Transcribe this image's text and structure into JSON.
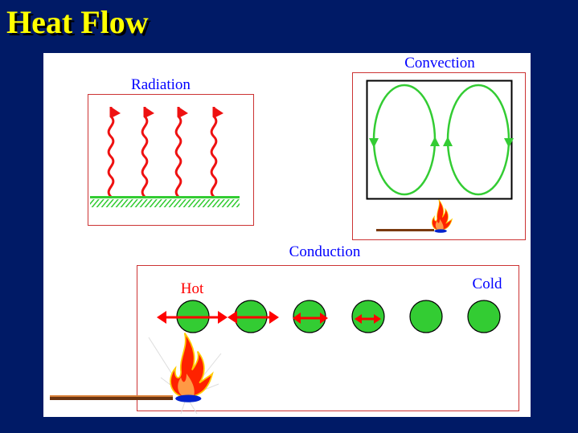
{
  "title": "Heat Flow",
  "radiation": {
    "label": "Radiation"
  },
  "convection": {
    "label": "Convection"
  },
  "conduction": {
    "label": "Conduction",
    "hot_label": "Hot",
    "cold_label": "Cold"
  },
  "colors": {
    "background": "#001a66",
    "title": "#ffff00",
    "label": "#0000ff",
    "hot": "#ff0000",
    "green": "#33cc33",
    "arrow": "#ff0000"
  }
}
